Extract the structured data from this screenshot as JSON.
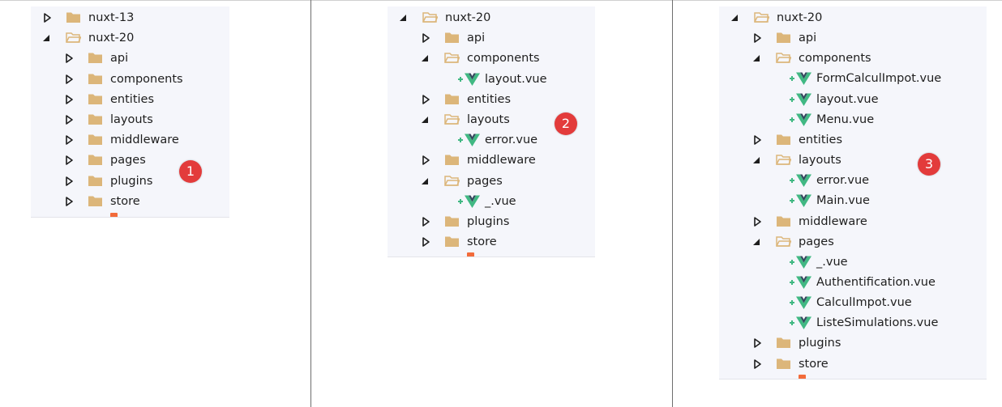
{
  "colors": {
    "panel_bg": "#f5f6fb",
    "folder": "#dcb67a",
    "vue_green": "#41b883",
    "vue_dark": "#34495e",
    "marker": "#e33b3b"
  },
  "panels": [
    {
      "marker": "1",
      "rows": [
        {
          "type": "folder",
          "state": "collapsed",
          "label": "nuxt-13",
          "depth": 0
        },
        {
          "type": "folder",
          "state": "expanded",
          "label": "nuxt-20",
          "depth": 0
        },
        {
          "type": "folder",
          "state": "collapsed",
          "label": "api",
          "depth": 1
        },
        {
          "type": "folder",
          "state": "collapsed",
          "label": "components",
          "depth": 1
        },
        {
          "type": "folder",
          "state": "collapsed",
          "label": "entities",
          "depth": 1
        },
        {
          "type": "folder",
          "state": "collapsed",
          "label": "layouts",
          "depth": 1
        },
        {
          "type": "folder",
          "state": "collapsed",
          "label": "middleware",
          "depth": 1
        },
        {
          "type": "folder",
          "state": "collapsed",
          "label": "pages",
          "depth": 1
        },
        {
          "type": "folder",
          "state": "collapsed",
          "label": "plugins",
          "depth": 1
        },
        {
          "type": "folder",
          "state": "collapsed",
          "label": "store",
          "depth": 1
        }
      ]
    },
    {
      "marker": "2",
      "rows": [
        {
          "type": "folder",
          "state": "expanded",
          "label": "nuxt-20",
          "depth": 0
        },
        {
          "type": "folder",
          "state": "collapsed",
          "label": "api",
          "depth": 1
        },
        {
          "type": "folder",
          "state": "expanded",
          "label": "components",
          "depth": 1
        },
        {
          "type": "file",
          "label": "layout.vue",
          "depth": 2
        },
        {
          "type": "folder",
          "state": "collapsed",
          "label": "entities",
          "depth": 1
        },
        {
          "type": "folder",
          "state": "expanded",
          "label": "layouts",
          "depth": 1
        },
        {
          "type": "file",
          "label": "error.vue",
          "depth": 2
        },
        {
          "type": "folder",
          "state": "collapsed",
          "label": "middleware",
          "depth": 1
        },
        {
          "type": "folder",
          "state": "expanded",
          "label": "pages",
          "depth": 1
        },
        {
          "type": "file",
          "label": "_.vue",
          "depth": 2
        },
        {
          "type": "folder",
          "state": "collapsed",
          "label": "plugins",
          "depth": 1
        },
        {
          "type": "folder",
          "state": "collapsed",
          "label": "store",
          "depth": 1
        }
      ]
    },
    {
      "marker": "3",
      "rows": [
        {
          "type": "folder",
          "state": "expanded",
          "label": "nuxt-20",
          "depth": 0
        },
        {
          "type": "folder",
          "state": "collapsed",
          "label": "api",
          "depth": 1
        },
        {
          "type": "folder",
          "state": "expanded",
          "label": "components",
          "depth": 1
        },
        {
          "type": "file",
          "label": "FormCalculImpot.vue",
          "depth": 2
        },
        {
          "type": "file",
          "label": "layout.vue",
          "depth": 2
        },
        {
          "type": "file",
          "label": "Menu.vue",
          "depth": 2
        },
        {
          "type": "folder",
          "state": "collapsed",
          "label": "entities",
          "depth": 1
        },
        {
          "type": "folder",
          "state": "expanded",
          "label": "layouts",
          "depth": 1
        },
        {
          "type": "file",
          "label": "error.vue",
          "depth": 2
        },
        {
          "type": "file",
          "label": "Main.vue",
          "depth": 2
        },
        {
          "type": "folder",
          "state": "collapsed",
          "label": "middleware",
          "depth": 1
        },
        {
          "type": "folder",
          "state": "expanded",
          "label": "pages",
          "depth": 1
        },
        {
          "type": "file",
          "label": "_.vue",
          "depth": 2
        },
        {
          "type": "file",
          "label": "Authentification.vue",
          "depth": 2
        },
        {
          "type": "file",
          "label": "CalculImpot.vue",
          "depth": 2
        },
        {
          "type": "file",
          "label": "ListeSimulations.vue",
          "depth": 2
        },
        {
          "type": "folder",
          "state": "collapsed",
          "label": "plugins",
          "depth": 1
        },
        {
          "type": "folder",
          "state": "collapsed",
          "label": "store",
          "depth": 1
        }
      ]
    }
  ]
}
